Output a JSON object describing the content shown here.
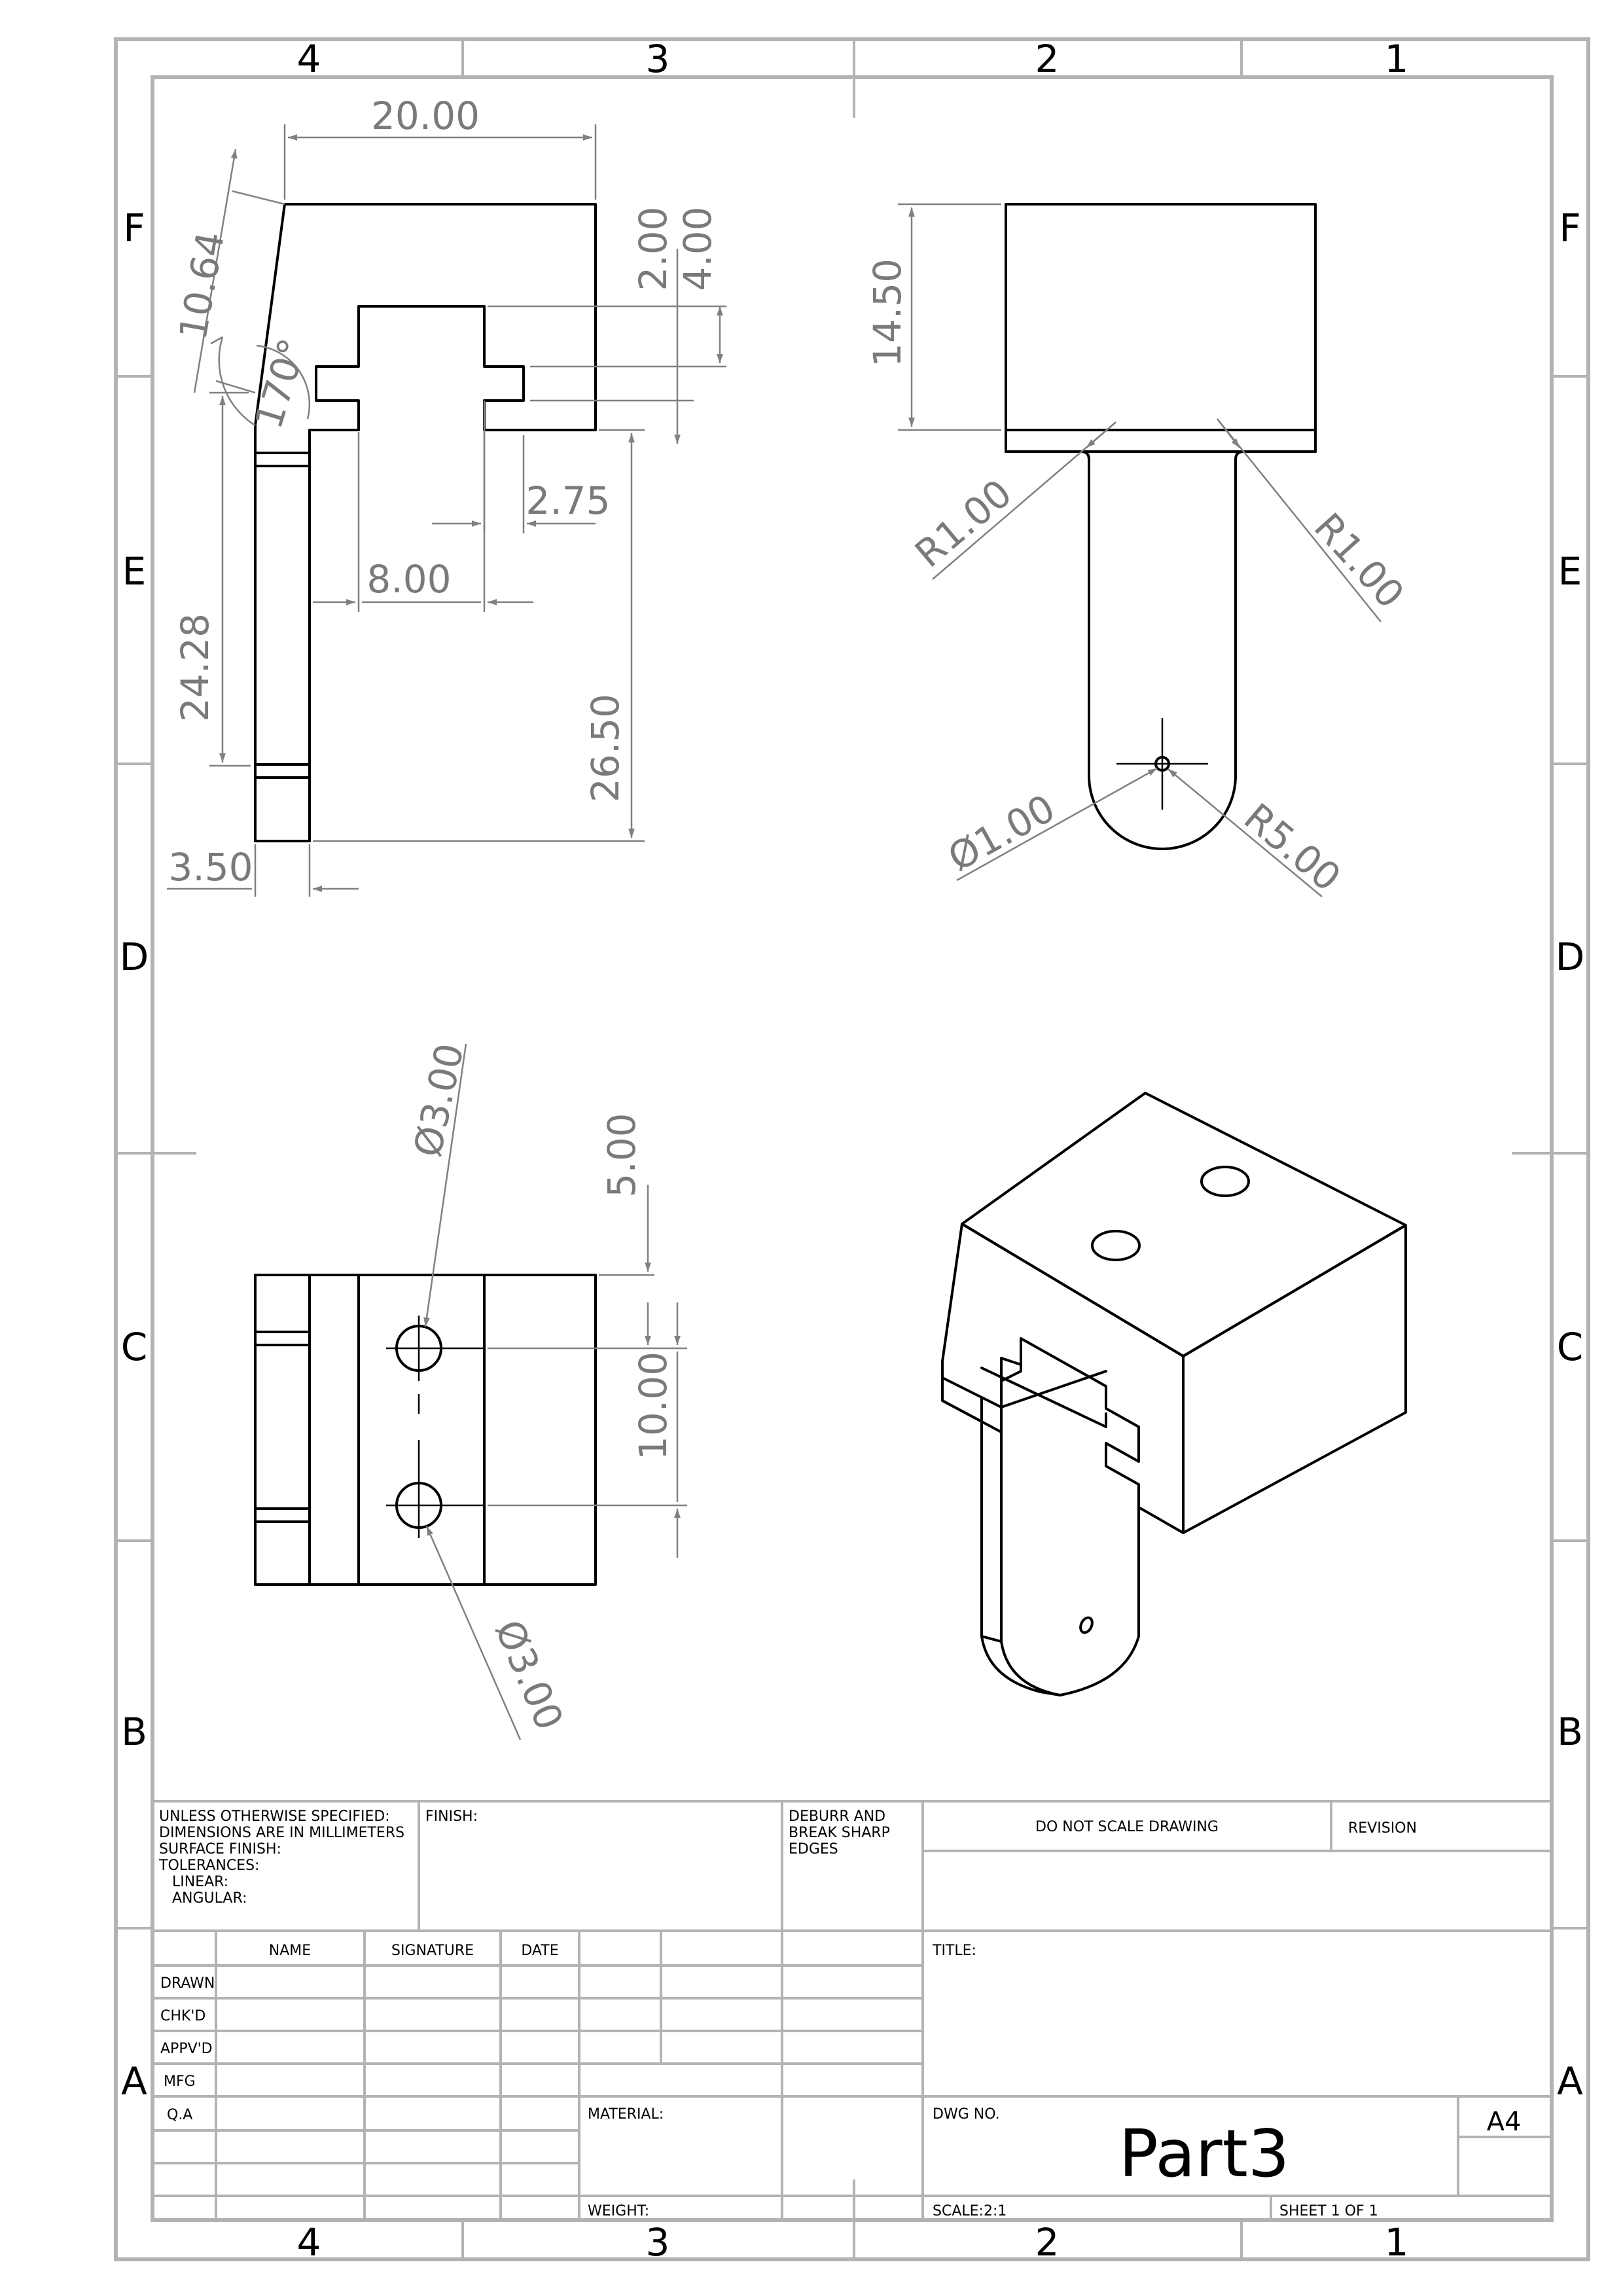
{
  "zones": {
    "columns": [
      "4",
      "3",
      "2",
      "1"
    ],
    "rows": [
      "F",
      "E",
      "D",
      "C",
      "B",
      "A"
    ]
  },
  "views": {
    "front": {
      "dims": {
        "width_top": "20.00",
        "slant": "10.64",
        "angle": "170°",
        "slot_depth_a": "2.00",
        "slot_depth_b": "4.00",
        "step_2_75": "2.75",
        "slot_width": "8.00",
        "leg_height": "24.28",
        "total_height": "26.50",
        "leg_thickness": "3.50"
      }
    },
    "side": {
      "dims": {
        "block_height": "14.50",
        "fillet_left": "R1.00",
        "fillet_right": "R1.00",
        "hole_dia": "Ø1.00",
        "end_radius": "R5.00"
      }
    },
    "top": {
      "dims": {
        "hole_top": "Ø3.00",
        "hole_bottom": "Ø3.00",
        "offset": "5.00",
        "spacing": "10.00"
      }
    }
  },
  "title_block": {
    "general": [
      "UNLESS OTHERWISE SPECIFIED:",
      "DIMENSIONS ARE IN MILLIMETERS",
      "SURFACE FINISH:",
      "TOLERANCES:",
      "  LINEAR:",
      "  ANGULAR:"
    ],
    "finish": "FINISH:",
    "deburr": [
      "DEBURR AND",
      "BREAK SHARP",
      "EDGES"
    ],
    "do_not_scale": "DO NOT SCALE DRAWING",
    "revision": "REVISION",
    "col_name": "NAME",
    "col_signature": "SIGNATURE",
    "col_date": "DATE",
    "rows": [
      "DRAWN",
      "CHK'D",
      "APPV'D",
      "MFG",
      "Q.A"
    ],
    "title": "TITLE:",
    "material": "MATERIAL:",
    "weight": "WEIGHT:",
    "dwg_no": "DWG NO.",
    "part_name": "Part3",
    "size": "A4",
    "scale": "SCALE:2:1",
    "sheet": "SHEET 1 OF 1"
  },
  "colors": {
    "line": "#000000",
    "dimension": "#808080",
    "frame": "#b3b3b3"
  }
}
